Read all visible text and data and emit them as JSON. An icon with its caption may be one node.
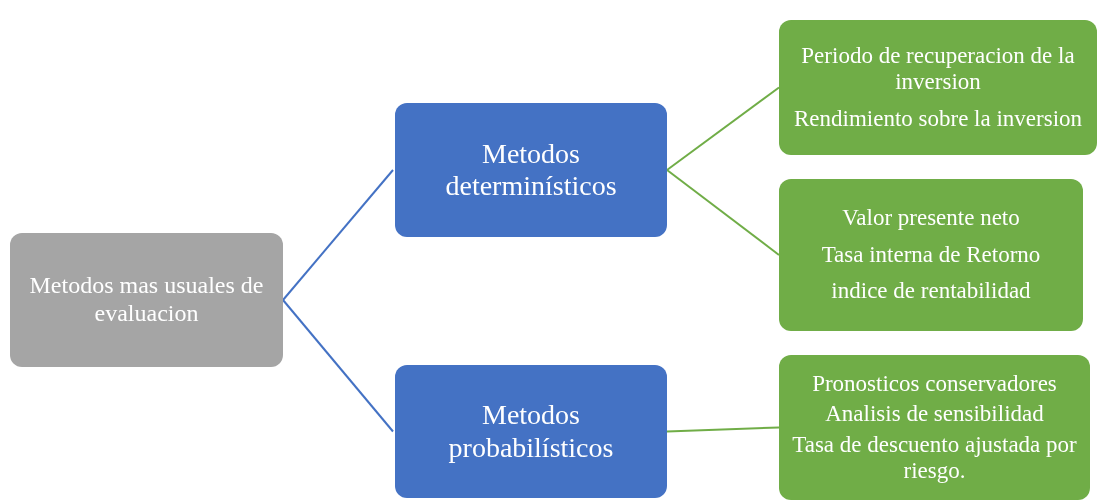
{
  "diagram": {
    "nodes": [
      {
        "text": [
          "Metodos mas usuales de evaluacion"
        ]
      },
      {
        "text": [
          "Metodos determinísticos"
        ]
      },
      {
        "text": [
          "Metodos probabilísticos"
        ]
      },
      {
        "text": [
          "Periodo de recuperacion de la inversion",
          "Rendimiento sobre la inversion"
        ]
      },
      {
        "text": [
          "Valor presente neto",
          "Tasa interna de Retorno",
          "indice de rentabilidad"
        ]
      },
      {
        "text": [
          "Pronosticos conservadores",
          "Analisis de sensibilidad",
          "Tasa de descuento ajustada por riesgo."
        ]
      }
    ],
    "edges": [
      {
        "from": 0,
        "to": 1,
        "arrow": "none",
        "color": "#4472c4"
      },
      {
        "from": 0,
        "to": 2,
        "arrow": "none",
        "color": "#4472c4"
      },
      {
        "from": 1,
        "to": 3,
        "arrow": "none"
      },
      {
        "from": 1,
        "to": 4,
        "arrow": "none"
      },
      {
        "from": 2,
        "to": 5,
        "arrow": "none"
      }
    ]
  }
}
